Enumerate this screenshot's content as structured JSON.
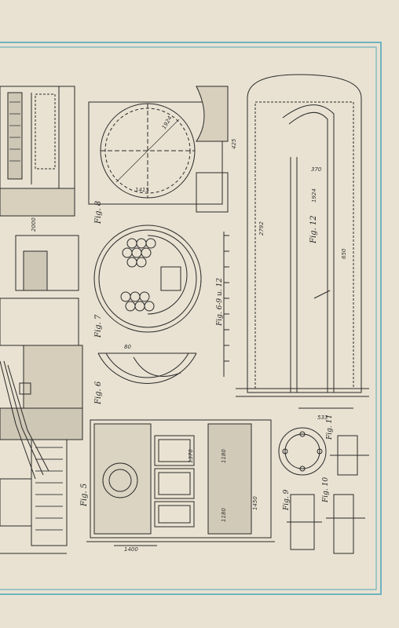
{
  "colors": {
    "paper": "#e9e2d2",
    "border": "#6fb3bf",
    "ink": "#222222"
  },
  "figures": {
    "fig5": "Fig. 5",
    "fig6": "Fig. 6",
    "fig7": "Fig. 7",
    "fig8": "Fig. 8",
    "fig9": "Fig. 9",
    "fig10": "Fig. 10",
    "fig11": "Fig. 11",
    "fig12": "Fig. 12",
    "scale_caption": "Fig. 6-9 u. 12"
  },
  "dimensions": {
    "d1924_a": "1924",
    "d1924_b": "1924",
    "d1415": "1415",
    "d2792": "2792",
    "d2000": "2000",
    "d533": "533",
    "d1180": "1180",
    "d1450": "1450",
    "d1180_b": "1180",
    "d1370": "1370",
    "d370": "370",
    "d425": "425",
    "d650": "650",
    "d80": "80",
    "d1400": "1400"
  }
}
